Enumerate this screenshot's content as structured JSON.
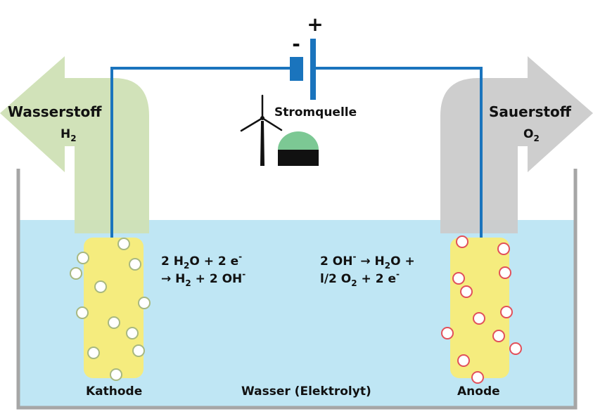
{
  "diagram": {
    "title": "",
    "power_source": {
      "label": "Stromquelle",
      "minus_sign": "-",
      "plus_sign": "+",
      "icons": [
        "wind-turbine-icon",
        "biogas-dome-icon"
      ]
    },
    "left_outlet": {
      "gas_name": "Wasserstoff",
      "formula_base": "H",
      "formula_sub": "2",
      "arrow_color": "#cfe0b5"
    },
    "right_outlet": {
      "gas_name": "Sauerstoff",
      "formula_base": "O",
      "formula_sub": "2",
      "arrow_color": "#cbcbcb"
    },
    "cathode": {
      "label": "Kathode",
      "reaction_line1": {
        "a": "2 H",
        "sub1": "2",
        "b": "O + 2 e",
        "sup1": "-"
      },
      "reaction_line2": {
        "a": "→ H",
        "sub1": "2",
        "b": " + 2 OH",
        "sup1": "-"
      },
      "bubble_count": 12
    },
    "anode": {
      "label": "Anode",
      "reaction_line1": {
        "a": "2 OH",
        "sup1": "-",
        "b": " → H",
        "sub1": "2",
        "c": "O +"
      },
      "reaction_line2": {
        "a": "l/2 O",
        "sub1": "2",
        "b": " + 2 e",
        "sup1": "-"
      },
      "bubble_count": 12
    },
    "electrolyte_label": "Wasser (Elektrolyt)",
    "colors": {
      "water": "#bfe6f4",
      "electrode": "#f5ec7e",
      "wire": "#1a74bd",
      "tank": "#a6a6a6",
      "cathode_bubble_stroke": "#a8b880",
      "anode_bubble_stroke": "#e2505a",
      "dome_top": "#7cc894"
    }
  }
}
